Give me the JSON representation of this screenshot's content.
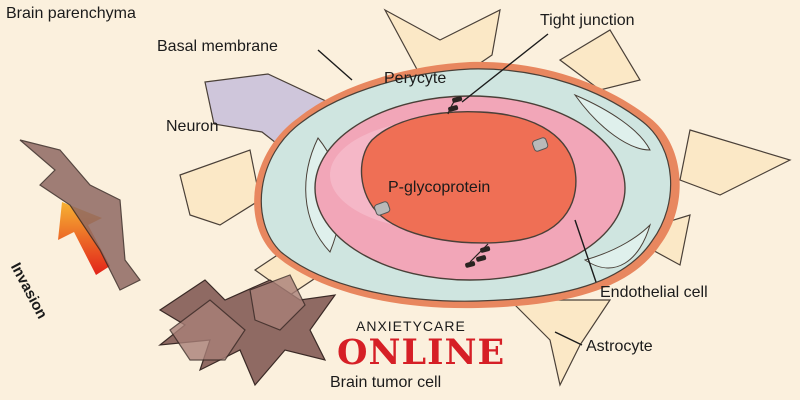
{
  "labels": {
    "brain_parenchyma": "Brain parenchyma",
    "basal_membrane": "Basal membrane",
    "perycyte": "Perycyte",
    "tight_junction": "Tight junction",
    "neuron": "Neuron",
    "p_glycoprotein": "P-glycoprotein",
    "invasion": "Invasion",
    "endothelial_cell": "Endothelial cell",
    "astrocyte": "Astrocyte",
    "brain_tumor_cell": "Brain tumor cell"
  },
  "watermark": {
    "line1": "ANXIETYCARE",
    "line2": "ONLINE"
  },
  "colors": {
    "background": "#fbf0dd",
    "basal_membrane": "#e8875f",
    "perycyte": "#cfe5e0",
    "endothelial": "#f2a6b8",
    "lumen": "#ef6f55",
    "neuron": "#cfc6db",
    "tumor": "#8f6a63",
    "invasion_arrow": "#e94e1b",
    "watermark_red": "#d61f26"
  }
}
